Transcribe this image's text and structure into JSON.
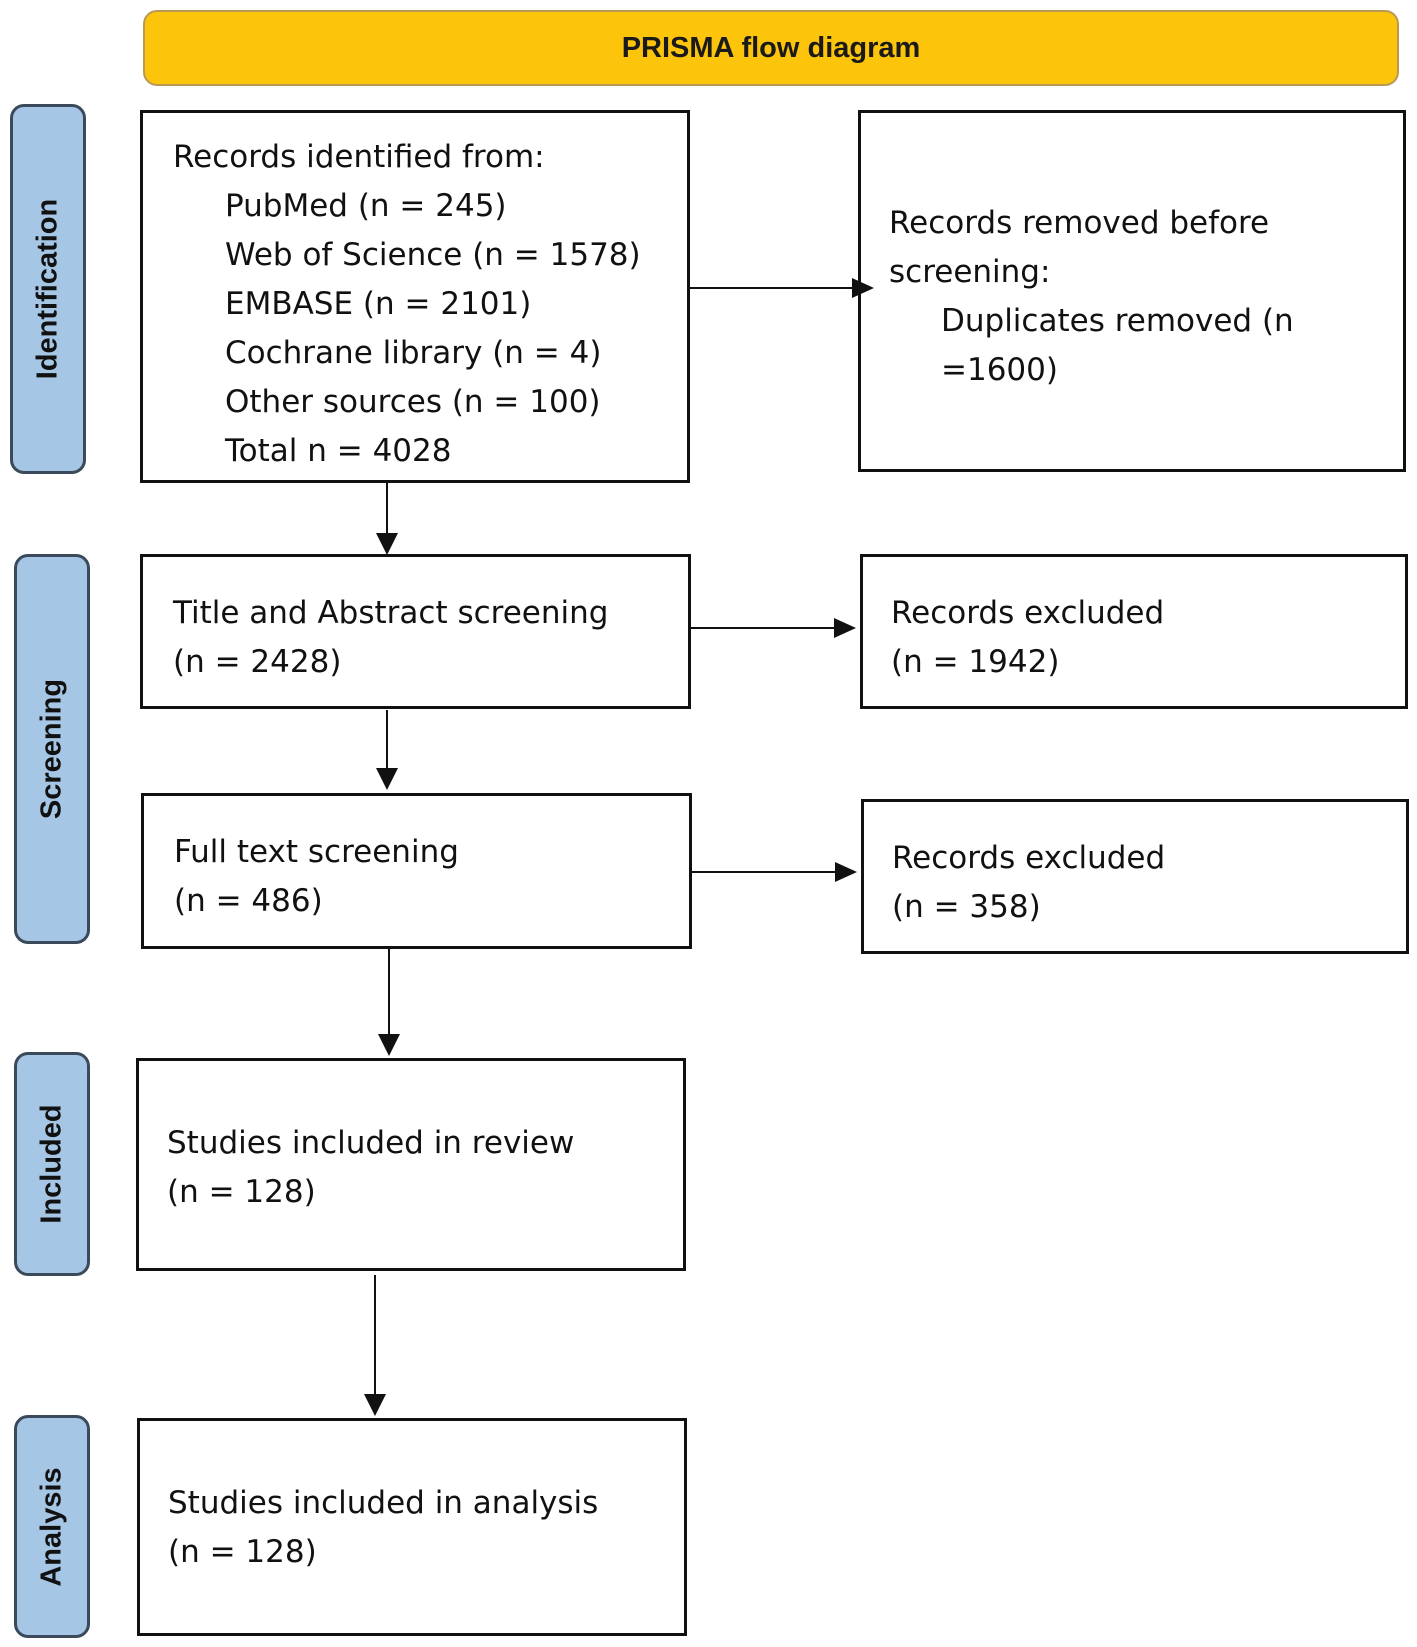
{
  "header": {
    "title": "PRISMA flow diagram"
  },
  "stages": {
    "identification": "Identification",
    "screening": "Screening",
    "included": "Included",
    "analysis": "Analysis"
  },
  "boxes": {
    "records_identified": {
      "heading": "Records identified from:",
      "sources": [
        "PubMed (n = 245)",
        "Web of Science (n = 1578)",
        "EMBASE (n = 2101)",
        "Cochrane library (n = 4)",
        "Other sources (n = 100)",
        "Total n = 4028"
      ]
    },
    "removed_before_screening": {
      "line1": "Records removed before",
      "line2": "screening:",
      "line3": "Duplicates removed (n",
      "line4": "=1600)"
    },
    "title_abstract": {
      "label": "Title and Abstract screening",
      "count": "(n = 2428)"
    },
    "excluded_1": {
      "label": "Records excluded",
      "count": "(n = 1942)"
    },
    "full_text": {
      "label": "Full text screening",
      "count": "(n = 486)"
    },
    "excluded_2": {
      "label": "Records excluded",
      "count": "(n = 358)"
    },
    "included_review": {
      "label": "Studies included in review",
      "count": "(n = 128)"
    },
    "included_analysis": {
      "label": "Studies included in analysis",
      "count": "(n = 128)"
    }
  }
}
